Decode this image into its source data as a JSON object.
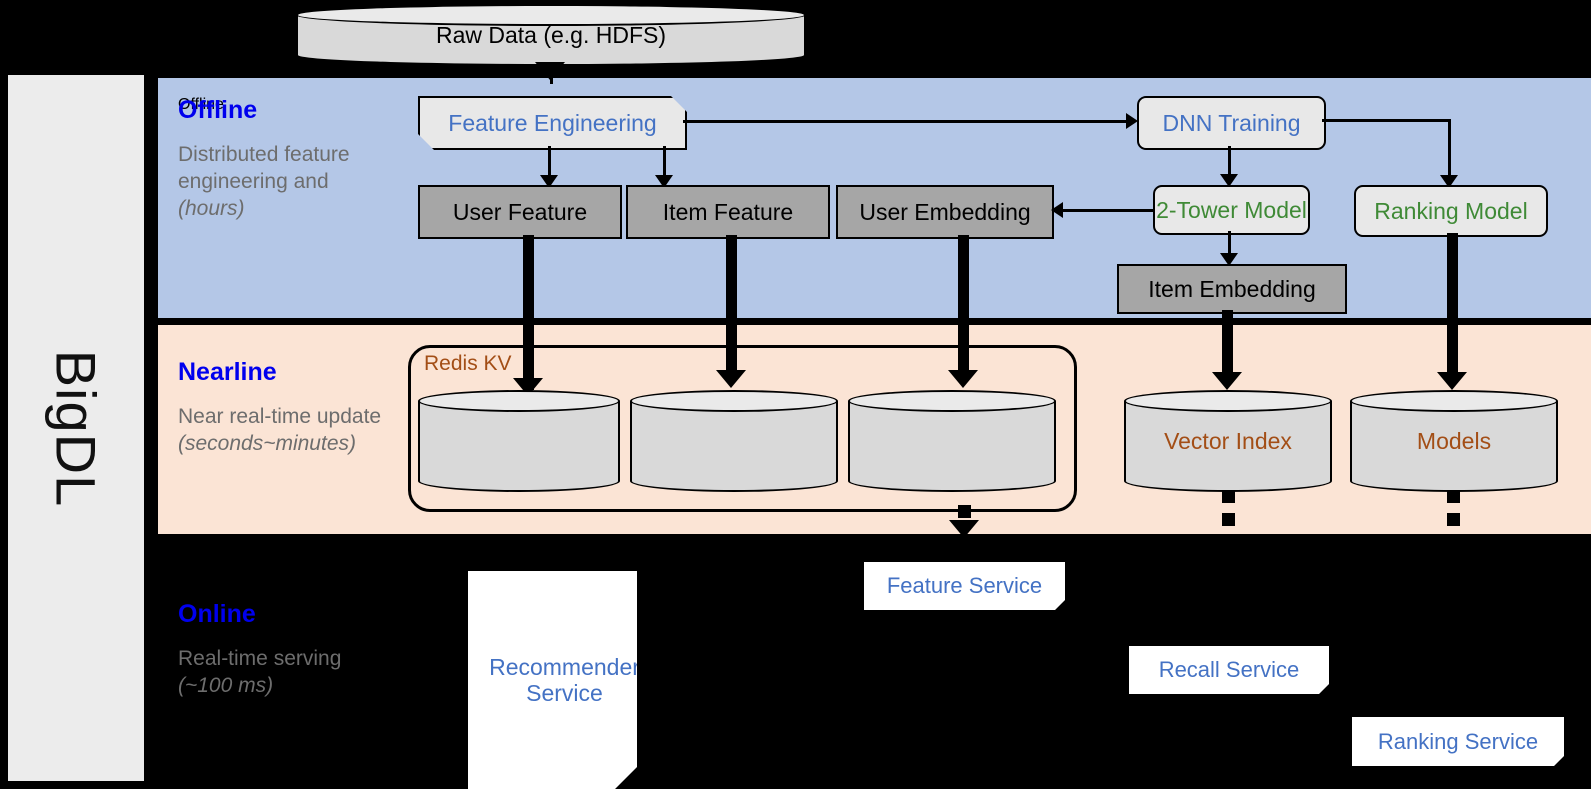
{
  "platform": {
    "name": "BigDL"
  },
  "source": {
    "label": "Raw Data (e.g. HDFS)"
  },
  "bands": {
    "offline": {
      "title": "Offline",
      "subtitle": "Distributed feature engineering and ",
      "subtitle_em": "(hours)",
      "color": "#b4c7e7"
    },
    "nearline": {
      "title": "Nearline",
      "subtitle": "Near real-time update ",
      "subtitle_em": "(seconds~minutes)",
      "color": "#fbe4d5"
    },
    "online": {
      "title": "Online",
      "subtitle": "Real-time serving ",
      "subtitle_em": "(~100 ms)",
      "color": "#000000"
    }
  },
  "offline_nodes": {
    "feature_engineering": "Feature Engineering",
    "dnn_training": "DNN Training",
    "user_feature": "User Feature",
    "item_feature": "Item Feature",
    "user_embedding": "User Embedding",
    "two_tower_model": "2-Tower Model",
    "ranking_model": "Ranking Model",
    "item_embedding": "Item Embedding"
  },
  "nearline_nodes": {
    "redis_kv": "Redis KV",
    "store_1": "",
    "store_2": "",
    "store_3": "",
    "vector_index": "Vector Index",
    "models": "Models"
  },
  "online_nodes": {
    "recommender_service": "Recommender Service",
    "feature_service": "Feature Service",
    "recall_service": "Recall Service",
    "ranking_service": "Ranking Service"
  },
  "colors": {
    "blue_text": "#4472c4",
    "green_text": "#3f8a36",
    "brown_text": "#a34e16",
    "band_title": "#0000ee",
    "gray_box": "#a6a6a6"
  }
}
